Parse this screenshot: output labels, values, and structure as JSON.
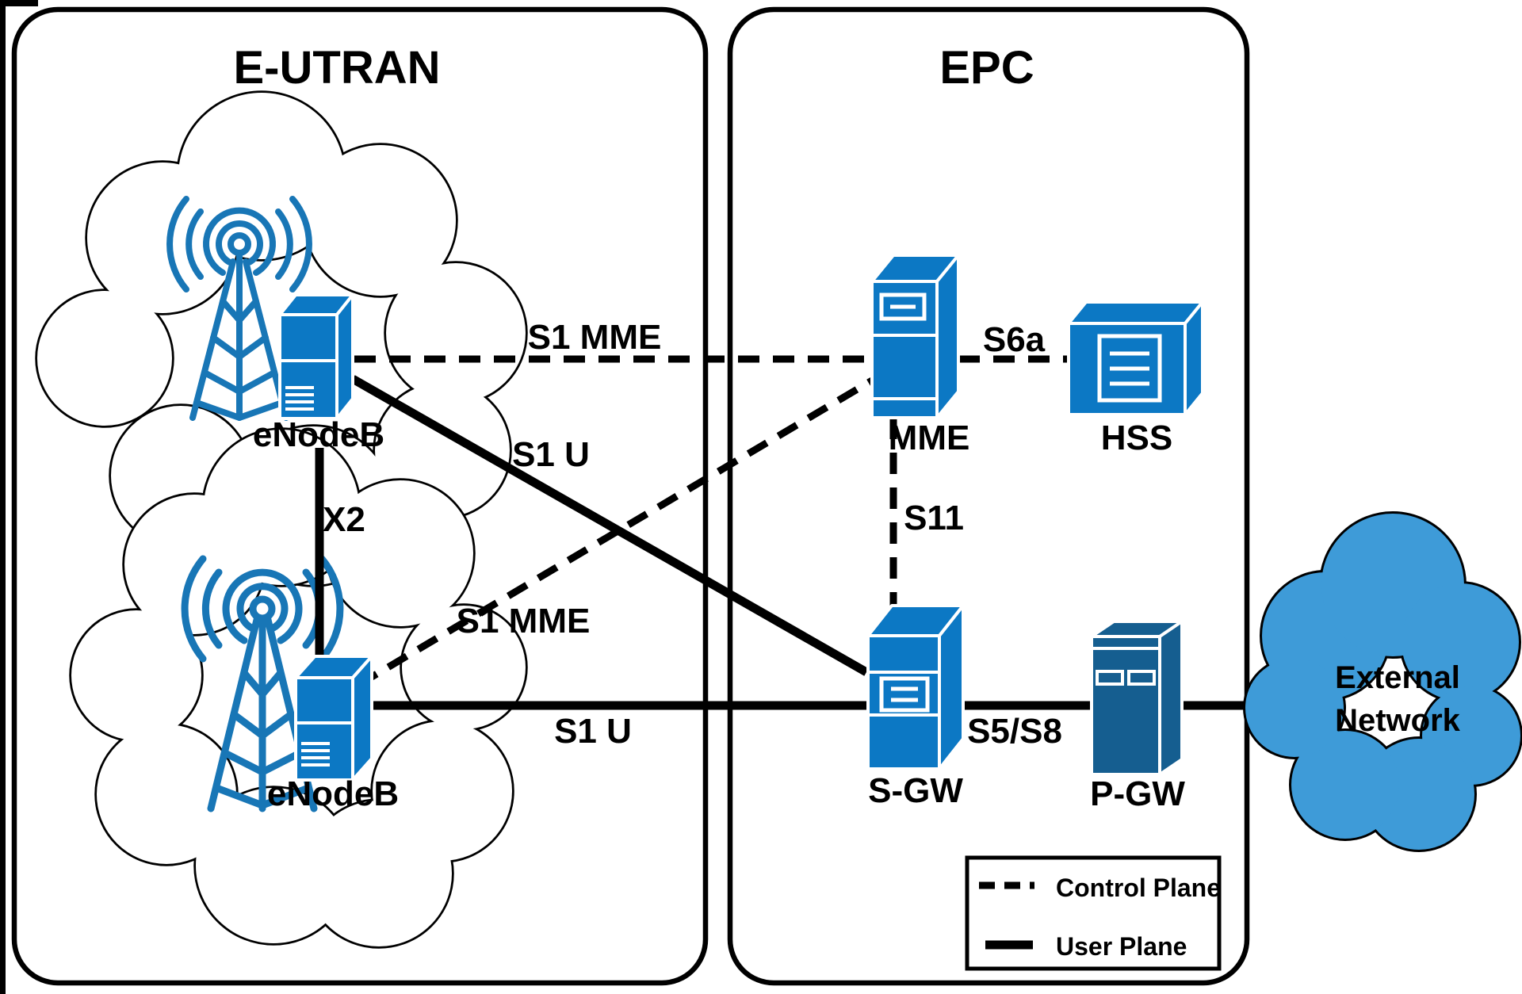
{
  "diagram": {
    "regions": [
      {
        "title": "E-UTRAN"
      },
      {
        "title": "EPC"
      }
    ],
    "nodes": {
      "enodeb1": {
        "label": "eNodeB",
        "icon": "antenna-tower-and-server-icon"
      },
      "enodeb2": {
        "label": "eNodeB",
        "icon": "antenna-tower-and-server-icon"
      },
      "mme": {
        "label": "MME",
        "icon": "server-tower-icon"
      },
      "hss": {
        "label": "HSS",
        "icon": "database-box-icon"
      },
      "sgw": {
        "label": "S-GW",
        "icon": "server-tower-icon"
      },
      "pgw": {
        "label": "P-GW",
        "icon": "gateway-box-icon"
      },
      "external": {
        "line1": "External",
        "line2": "Network",
        "icon": "cloud-shape"
      }
    },
    "links": {
      "s1mme_upper": {
        "label": "S1 MME",
        "plane": "control"
      },
      "s1mme_lower": {
        "label": "S1 MME",
        "plane": "control"
      },
      "s1u_upper": {
        "label": "S1 U",
        "plane": "user"
      },
      "s1u_lower": {
        "label": "S1 U",
        "plane": "user"
      },
      "x2": {
        "label": "X2",
        "plane": "user"
      },
      "s6a": {
        "label": "S6a",
        "plane": "control"
      },
      "s11": {
        "label": "S11",
        "plane": "control"
      },
      "s5s8": {
        "label": "S5/S8",
        "plane": "user"
      },
      "pgw_external": {
        "label": "",
        "plane": "user"
      }
    },
    "legend": {
      "control": "Control Plane",
      "user": "User Plane"
    },
    "colors": {
      "node_blue": "#0C78C4",
      "tower_blue": "#1876B6",
      "pgw_blue": "#155E90",
      "external_cloud_blue": "#3E9BD8",
      "line_black": "#000000",
      "background": "#FFFFFF"
    }
  }
}
